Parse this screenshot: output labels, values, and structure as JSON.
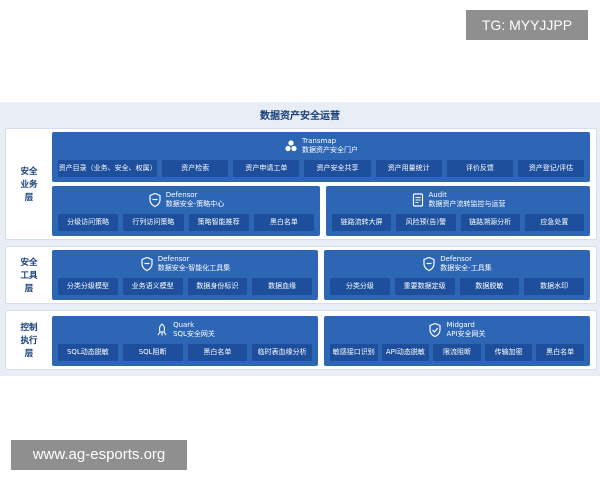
{
  "watermarks": {
    "top": "TG: MYYJJPP",
    "bottom": "www.ag-esports.org"
  },
  "title": "数据资产安全运营",
  "layers": {
    "business": {
      "label": [
        "安全",
        "业务",
        "层"
      ]
    },
    "tools": {
      "label": [
        "安全",
        "工具",
        "层"
      ]
    },
    "control": {
      "label": [
        "控制",
        "执行",
        "层"
      ]
    }
  },
  "transmap": {
    "name": "Transmap",
    "subtitle": "数据资产安全门户",
    "chips": [
      "资产目录（业务、安全、权属）",
      "资产检索",
      "资产申请工单",
      "资产安全共享",
      "资产用量统计",
      "评价反馈",
      "资产登记/评估"
    ]
  },
  "defensor_policy": {
    "name": "Defensor",
    "subtitle": "数据安全-策略中心",
    "chips": [
      "分级访问策略",
      "行列访问策略",
      "策略智能推荐",
      "黑白名单"
    ]
  },
  "audit": {
    "name": "Audit",
    "subtitle": "数据资产流转监控与运营",
    "chips": [
      "链路流转大屏",
      "风险预(告)警",
      "链路溯源分析",
      "应急处置"
    ]
  },
  "defensor_smart": {
    "name": "Defensor",
    "subtitle": "数据安全-智能化工具集",
    "chips": [
      "分类分级模型",
      "业务语义模型",
      "数据身份标识",
      "数据血缘"
    ]
  },
  "defensor_tools": {
    "name": "Defensor",
    "subtitle": "数据安全-工具集",
    "chips": [
      "分类分级",
      "重要数据定级",
      "数据脱敏",
      "数据水印"
    ]
  },
  "quark": {
    "name": "Quark",
    "subtitle": "SQL安全网关",
    "chips": [
      "SQL动态脱敏",
      "SQL阻断",
      "黑白名单",
      "临时表血缘分析"
    ]
  },
  "midgard": {
    "name": "Midgard",
    "subtitle": "API安全网关",
    "chips": [
      "敏感接口识别",
      "API动态脱敏",
      "限流阻断",
      "传输加密",
      "黑白名单"
    ]
  },
  "colors": {
    "bar": "#2e66b6",
    "chip": "#1d4f9d",
    "frame": "#e9eef6",
    "title": "#173e78"
  }
}
